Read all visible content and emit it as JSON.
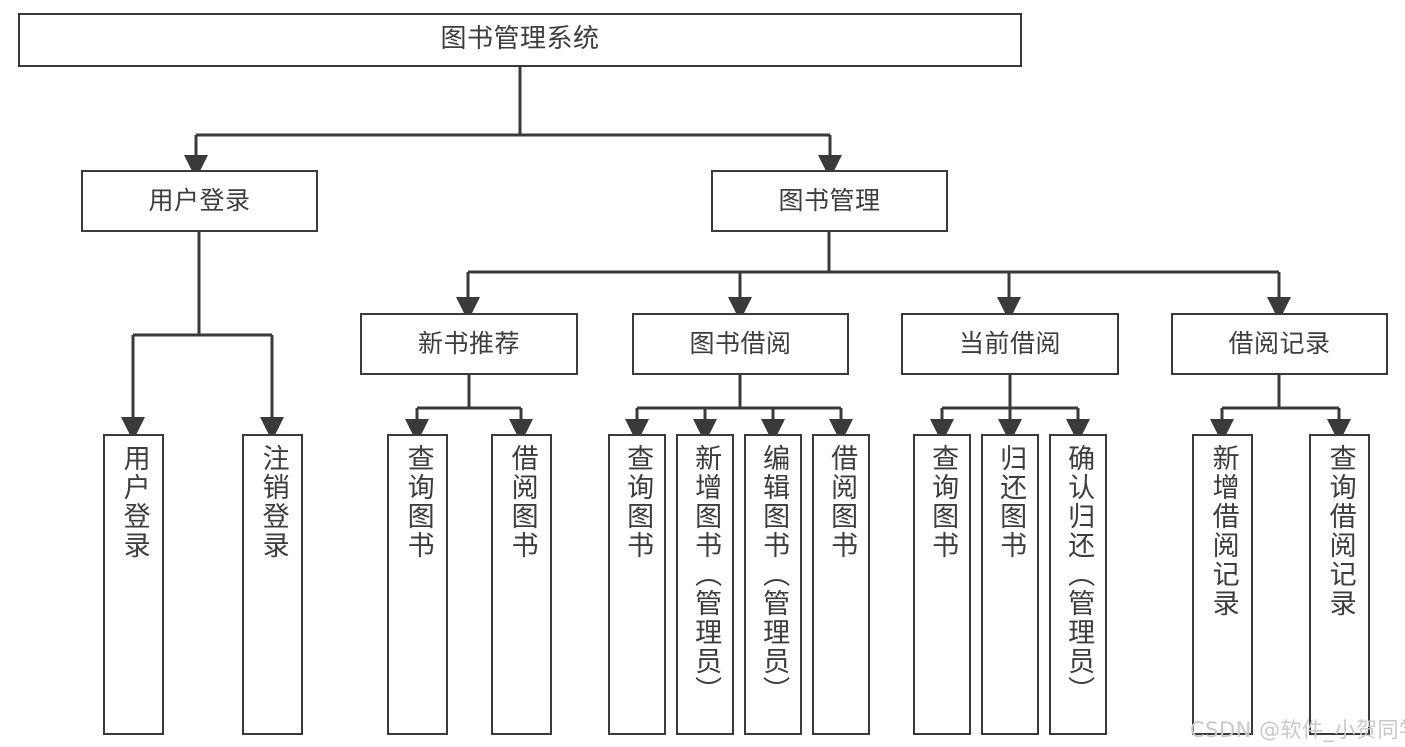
{
  "diagram": {
    "title": "图书管理系统",
    "type": "functional-structure-tree",
    "root": {
      "label": "图书管理系统"
    },
    "level2": [
      {
        "label": "用户登录"
      },
      {
        "label": "图书管理"
      }
    ],
    "level3": [
      {
        "label": "新书推荐"
      },
      {
        "label": "图书借阅"
      },
      {
        "label": "当前借阅"
      },
      {
        "label": "借阅记录"
      }
    ],
    "leaves": {
      "user_login": [
        {
          "label": "用户登录"
        },
        {
          "label": "注销登录"
        }
      ],
      "new_book_recommend": [
        {
          "label": "查询图书"
        },
        {
          "label": "借阅图书"
        }
      ],
      "book_borrow": [
        {
          "label": "查询图书"
        },
        {
          "label": "新增图书（管理员）"
        },
        {
          "label": "编辑图书（管理员）"
        },
        {
          "label": "借阅图书"
        }
      ],
      "current_borrow": [
        {
          "label": "查询图书"
        },
        {
          "label": "归还图书"
        },
        {
          "label": "确认归还（管理员）"
        }
      ],
      "borrow_record": [
        {
          "label": "新增借阅记录"
        },
        {
          "label": "查询借阅记录"
        }
      ]
    }
  },
  "watermark": {
    "text": "CSDN @软件_小贺同学"
  },
  "colors": {
    "stroke": "#3a3a3a",
    "text": "#3d3d3d",
    "background": "#ffffff",
    "watermark": "#c9c9c9"
  }
}
